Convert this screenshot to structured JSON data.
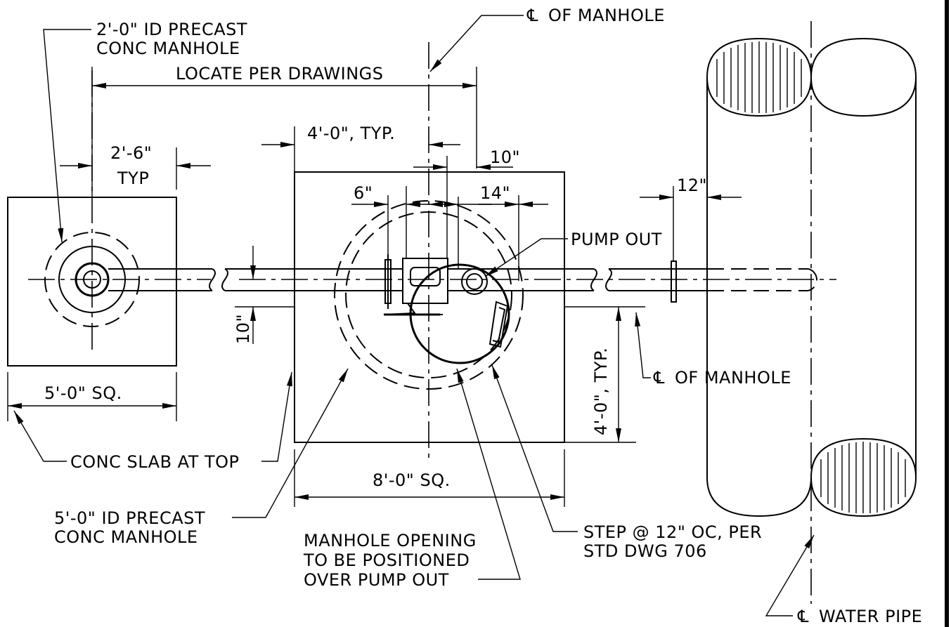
{
  "labels": {
    "small_manhole": [
      "2'-0\" ID PRECAST",
      "CONC MANHOLE"
    ],
    "cl_manhole_top": "OF MANHOLE",
    "locate": "LOCATE PER DRAWINGS",
    "dim_2_6": "2'-6\"",
    "dim_typ": "TYP",
    "dim_4_0_typ": "4'-0\", TYP.",
    "dim_10_top": "10\"",
    "dim_6": "6\"",
    "dim_14": "14\"",
    "dim_12": "12\"",
    "pump_out": "PUMP OUT",
    "dim_10_side": "10\"",
    "dim_4_0_vert": "4'-0\", TYP.",
    "cl_manhole_right": "OF MANHOLE",
    "dim_5_0_sq": "5'-0\" SQ.",
    "conc_slab": "CONC SLAB AT TOP",
    "dim_8_0_sq": "8'-0\" SQ.",
    "large_manhole": [
      "5'-0\" ID PRECAST",
      "CONC MANHOLE"
    ],
    "manhole_opening": [
      "MANHOLE OPENING",
      "TO BE POSITIONED",
      "OVER PUMP OUT"
    ],
    "step": [
      "STEP @ 12\" OC, PER",
      "STD DWG 706"
    ],
    "cl_water_pipe": "WATER PIPE",
    "centerline_symbol": "℄"
  }
}
